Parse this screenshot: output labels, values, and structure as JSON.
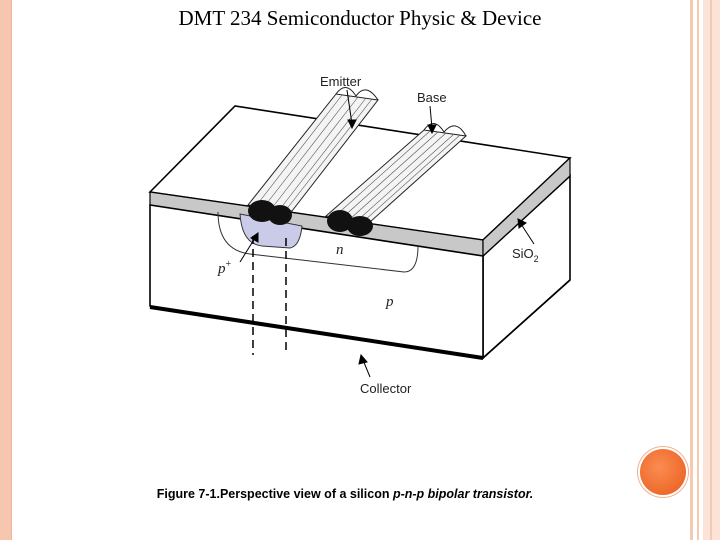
{
  "title": "DMT 234 Semiconductor Physic & Device",
  "diagram": {
    "labels": {
      "emitter": "Emitter",
      "base": "Base",
      "p_plus": "p",
      "p_plus_sup": "+",
      "n": "n",
      "p": "p",
      "sio2": "SiO",
      "sio2_sub": "2",
      "collector": "Collector"
    },
    "colors": {
      "p_plus_region": "#c9cbe8",
      "oxide": "#c8c8c8",
      "contact_metal": "#111111"
    }
  },
  "caption": {
    "prefix": "Figure 7-1.",
    "middle": "Perspective view of a silicon ",
    "italic": "p-n-p bipolar transistor.",
    "suffix": ""
  }
}
